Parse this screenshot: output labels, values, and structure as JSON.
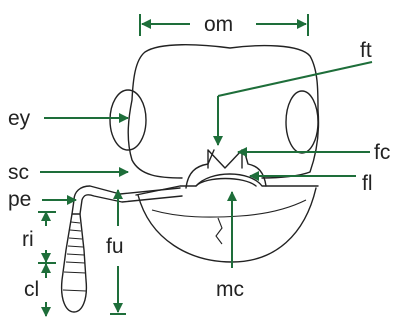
{
  "labels": {
    "om": "om",
    "ft": "ft",
    "ey": "ey",
    "fc": "fc",
    "sc": "sc",
    "fl": "fl",
    "pe": "pe",
    "ri": "ri",
    "fu": "fu",
    "cl": "cl",
    "mc": "mc"
  },
  "colors": {
    "outline": "#222222",
    "arrow": "#1e6e3a",
    "background": "#ffffff"
  }
}
